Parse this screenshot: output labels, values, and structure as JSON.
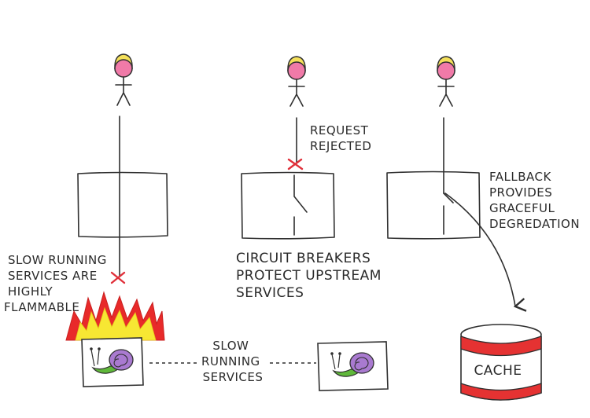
{
  "colors": {
    "ink": "#2f2f2f",
    "head_pink": "#f07aa8",
    "hair_yellow": "#f4e05a",
    "reject_red": "#e0303a",
    "flame_red": "#e82a2a",
    "flame_yellow": "#f7e733",
    "snail_shell": "#a97ad0",
    "snail_body": "#5fb83a",
    "cache_red": "#e53232"
  },
  "labels": {
    "slow_flammable": [
      "SLOW RUNNING",
      "SERVICES ARE",
      "HIGHLY",
      "FLAMMABLE"
    ],
    "request_rejected": [
      "REQUEST",
      "REJECTED"
    ],
    "circuit_breakers": [
      "CIRCUIT BREAKERS",
      "PROTECT UPSTREAM",
      "SERVICES"
    ],
    "fallback": [
      "FALLBACK",
      "PROVIDES",
      "GRACEFUL",
      "DEGREDATION"
    ],
    "slow_services": [
      "SLOW",
      "RUNNING",
      "SERVICES"
    ],
    "cache": "CACHE"
  },
  "icons": [
    "stick-figure-icon",
    "snail-icon",
    "flame-icon",
    "reject-x-icon",
    "cache-drum-icon"
  ]
}
